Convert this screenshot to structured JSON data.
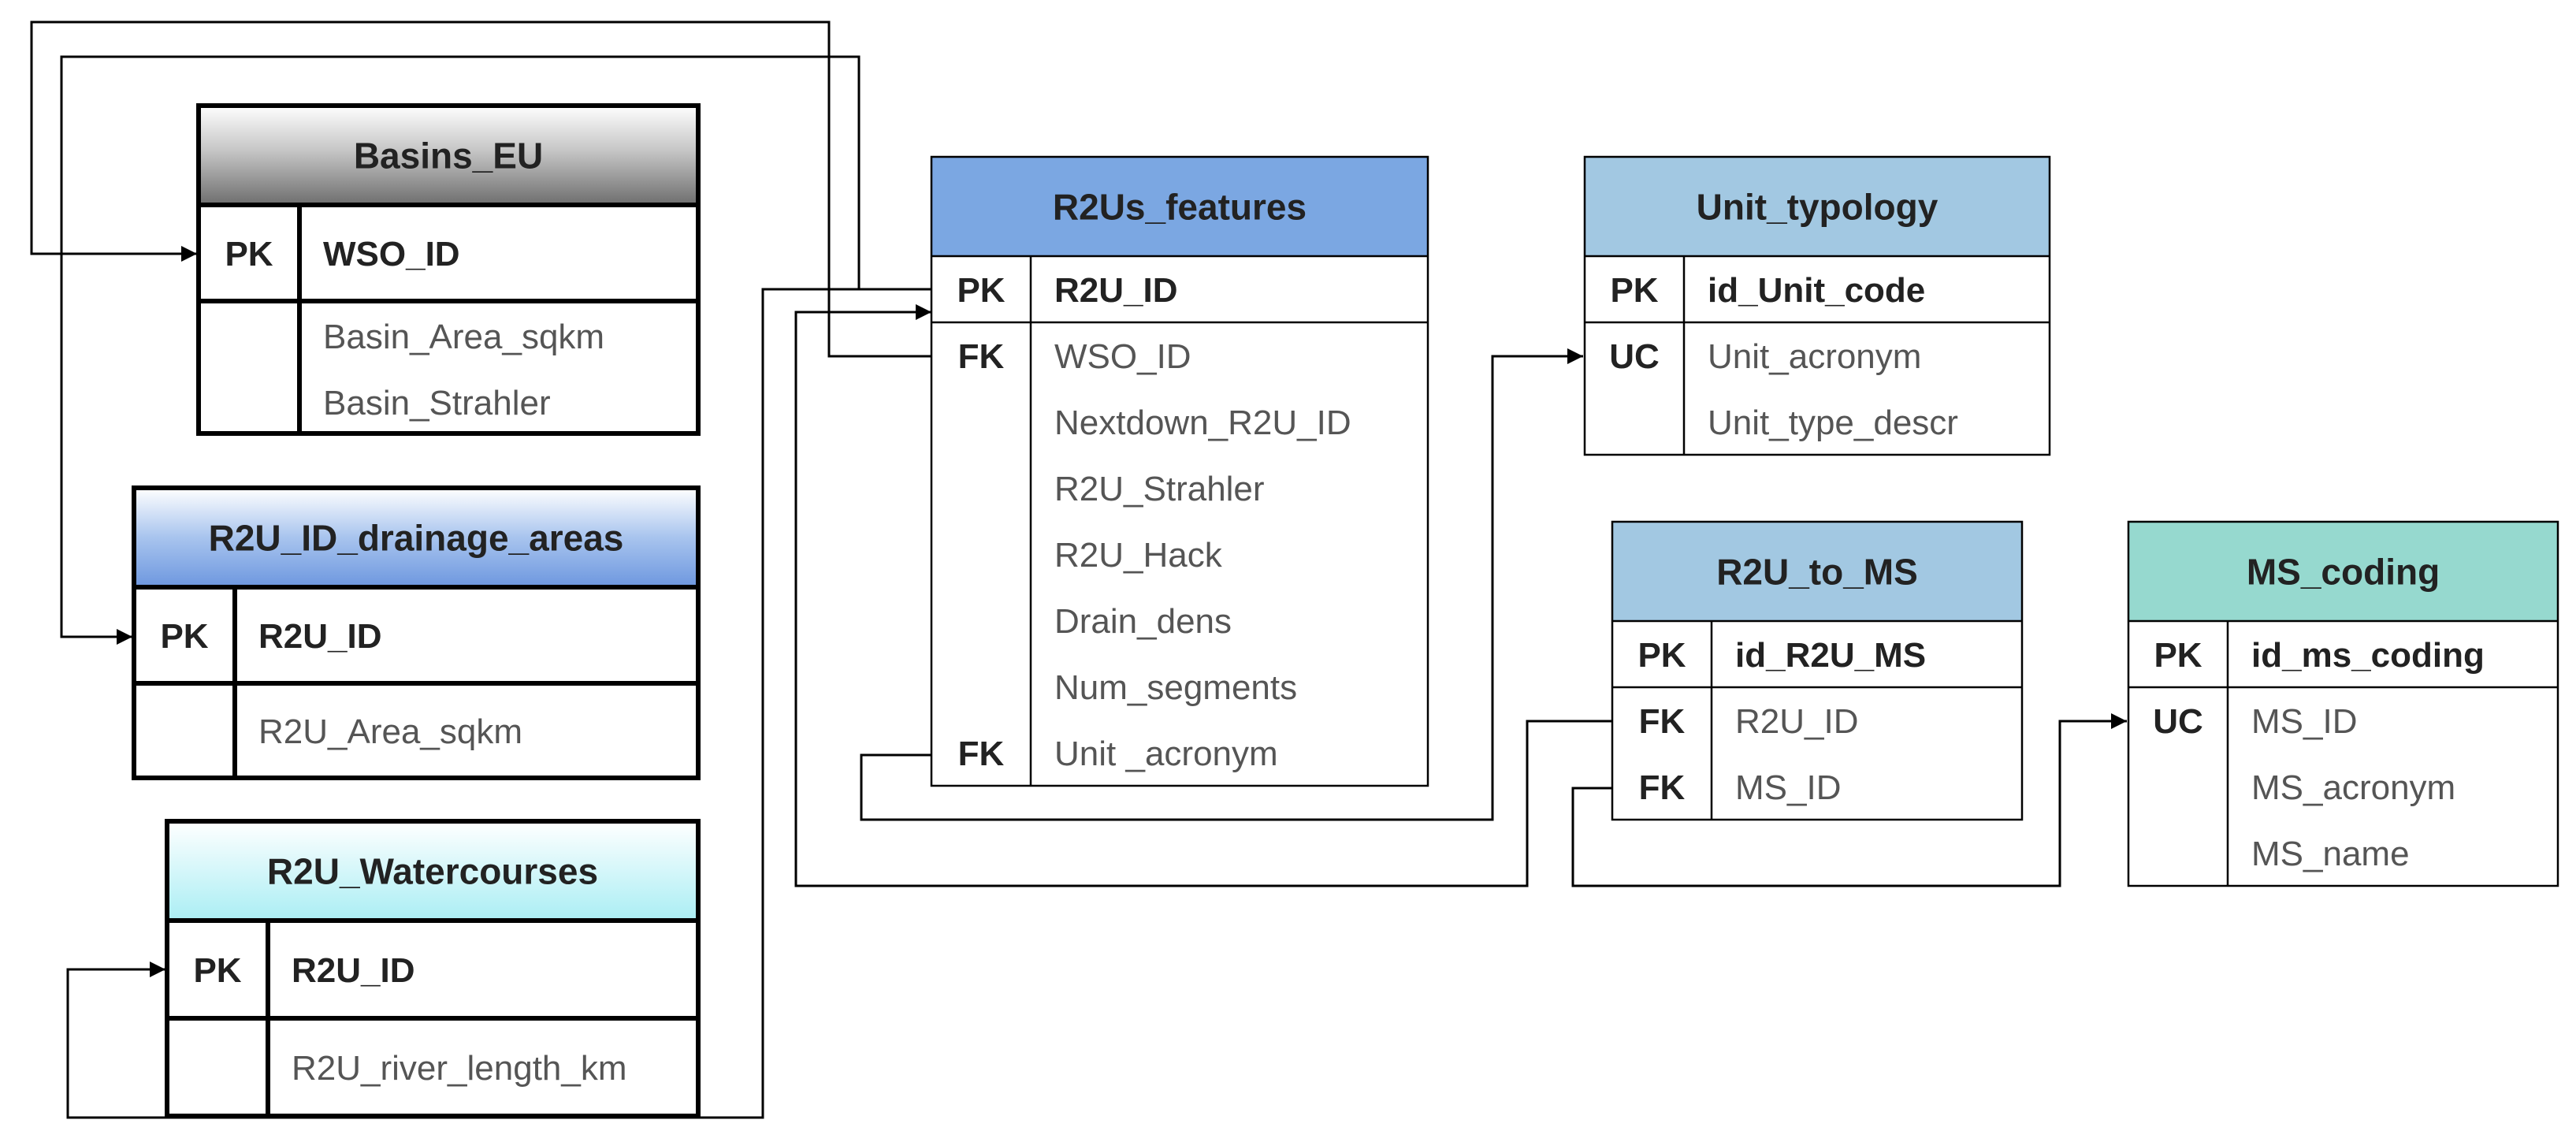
{
  "entities": {
    "basins_eu": {
      "title": "Basins_EU",
      "rows": [
        {
          "key": "PK",
          "field": "WSO_ID",
          "bold": true,
          "sep": true
        },
        {
          "key": "",
          "field": "Basin_Area_sqkm",
          "bold": false,
          "sep": false
        },
        {
          "key": "",
          "field": "Basin_Strahler",
          "bold": false,
          "sep": false
        }
      ]
    },
    "drainage_areas": {
      "title": "R2U_ID_drainage_areas",
      "rows": [
        {
          "key": "PK",
          "field": "R2U_ID",
          "bold": true,
          "sep": true
        },
        {
          "key": "",
          "field": "R2U_Area_sqkm",
          "bold": false,
          "sep": false
        }
      ]
    },
    "watercourses": {
      "title": "R2U_Watercourses",
      "rows": [
        {
          "key": "PK",
          "field": "R2U_ID",
          "bold": true,
          "sep": true
        },
        {
          "key": "",
          "field": "R2U_river_length_km",
          "bold": false,
          "sep": false
        }
      ]
    },
    "r2us_features": {
      "title": "R2Us_features",
      "rows": [
        {
          "key": "PK",
          "field": "R2U_ID",
          "bold": true,
          "sep": true
        },
        {
          "key": "FK",
          "field": "WSO_ID",
          "bold": false,
          "sep": false
        },
        {
          "key": "",
          "field": "Nextdown_R2U_ID",
          "bold": false,
          "sep": false
        },
        {
          "key": "",
          "field": "R2U_Strahler",
          "bold": false,
          "sep": false
        },
        {
          "key": "",
          "field": "R2U_Hack",
          "bold": false,
          "sep": false
        },
        {
          "key": "",
          "field": "Drain_dens",
          "bold": false,
          "sep": false
        },
        {
          "key": "",
          "field": "Num_segments",
          "bold": false,
          "sep": false
        },
        {
          "key": "FK",
          "field": "Unit _acronym",
          "bold": false,
          "sep": false
        }
      ]
    },
    "unit_typology": {
      "title": "Unit_typology",
      "rows": [
        {
          "key": "PK",
          "field": "id_Unit_code",
          "bold": true,
          "sep": true
        },
        {
          "key": "UC",
          "field": "Unit_acronym",
          "bold": false,
          "sep": false
        },
        {
          "key": "",
          "field": "Unit_type_descr",
          "bold": false,
          "sep": false
        }
      ]
    },
    "r2u_to_ms": {
      "title": "R2U_to_MS",
      "rows": [
        {
          "key": "PK",
          "field": "id_R2U_MS",
          "bold": true,
          "sep": true
        },
        {
          "key": "FK",
          "field": "R2U_ID",
          "bold": false,
          "sep": false
        },
        {
          "key": "FK",
          "field": "MS_ID",
          "bold": false,
          "sep": false
        }
      ]
    },
    "ms_coding": {
      "title": "MS_coding",
      "rows": [
        {
          "key": "PK",
          "field": "id_ms_coding",
          "bold": true,
          "sep": true
        },
        {
          "key": "UC",
          "field": "MS_ID",
          "bold": false,
          "sep": false
        },
        {
          "key": "",
          "field": "MS_acronym",
          "bold": false,
          "sep": false
        },
        {
          "key": "",
          "field": "MS_name",
          "bold": false,
          "sep": false
        }
      ]
    }
  },
  "relationships": [
    {
      "from": "r2us_features.WSO_ID",
      "to": "basins_eu.WSO_ID"
    },
    {
      "from": "r2us_features.R2U_ID",
      "to": "drainage_areas.R2U_ID"
    },
    {
      "from": "r2us_features.R2U_ID",
      "to": "watercourses.R2U_ID"
    },
    {
      "from": "r2us_features.Unit _acronym",
      "to": "unit_typology.Unit_acronym"
    },
    {
      "from": "r2u_to_ms.R2U_ID",
      "to": "r2us_features.R2U_ID"
    },
    {
      "from": "r2u_to_ms.MS_ID",
      "to": "ms_coding.MS_ID"
    }
  ]
}
